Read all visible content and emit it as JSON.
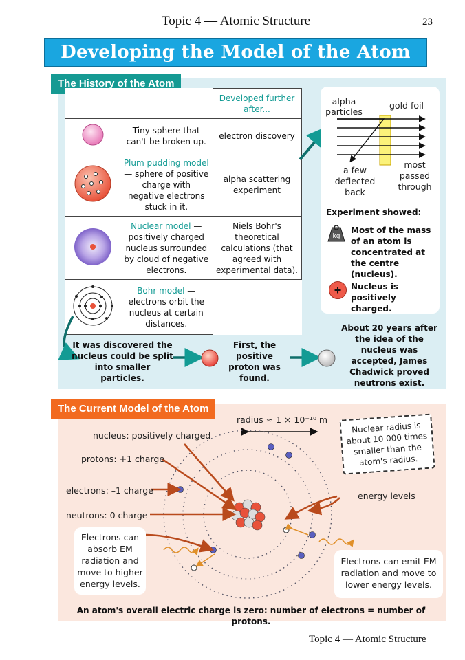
{
  "header": {
    "topic": "Topic 4 — Atomic Structure",
    "page_number": "23"
  },
  "title": "Developing the Model of the Atom",
  "history": {
    "heading": "The History of the Atom",
    "col_header": "Developed further after...",
    "rows": [
      {
        "model_name": "",
        "description": "Tiny sphere that can't be broken up.",
        "developed_after": "electron discovery"
      },
      {
        "model_name": "Plum pudding model",
        "description": " — sphere of positive charge with negative electrons stuck in it.",
        "developed_after": "alpha scattering experiment"
      },
      {
        "model_name": "Nuclear model",
        "description": " — positively charged nucleus surrounded by cloud of negative electrons.",
        "developed_after": "Niels Bohr's theoretical calculations (that agreed with experimental data)."
      },
      {
        "model_name": "Bohr model",
        "description": " — electrons orbit the nucleus at certain distances.",
        "developed_after": ""
      }
    ],
    "experiment": {
      "alpha_label": "alpha particles",
      "foil_label": "gold foil",
      "deflected_label": "a few deflected back",
      "passed_label": "most passed through",
      "showed_heading": "Experiment showed:",
      "kg_label": "kg",
      "finding_mass": "Most of the mass of an atom is concentrated at the centre (nucleus).",
      "finding_charge": "Nucleus is positively charged.",
      "plus_symbol": "+"
    },
    "flow": {
      "step1": "It was discovered the nucleus could be split into smaller particles.",
      "step2": "First, the positive proton was found.",
      "step3": "About 20 years after the idea of the nucleus was accepted, James Chadwick proved neutrons exist."
    }
  },
  "current": {
    "heading": "The Current Model of the Atom",
    "radius_label": "radius ≈ 1 × 10⁻¹⁰ m",
    "nuclear_radius_note": "Nuclear radius is about 10 000 times smaller than the atom's radius.",
    "labels": {
      "nucleus": "nucleus: positively charged",
      "protons": "protons: +1 charge",
      "electrons": "electrons: –1 charge",
      "neutrons": "neutrons: 0 charge",
      "energy_levels": "energy levels"
    },
    "absorb_note": "Electrons can absorb EM radiation and move to higher energy levels.",
    "emit_note": "Electrons can emit EM radiation and move to lower energy levels.",
    "summary": "An atom's overall electric charge is zero: number of electrons = number of protons."
  },
  "footer": {
    "topic": "Topic 4 — Atomic Structure"
  },
  "colors": {
    "banner": "#1aa6e0",
    "teal": "#139b94",
    "orange": "#f26a1f",
    "section1_bg": "#dbeef3",
    "section2_bg": "#fbe7de",
    "arrow": "#b94a1c"
  }
}
